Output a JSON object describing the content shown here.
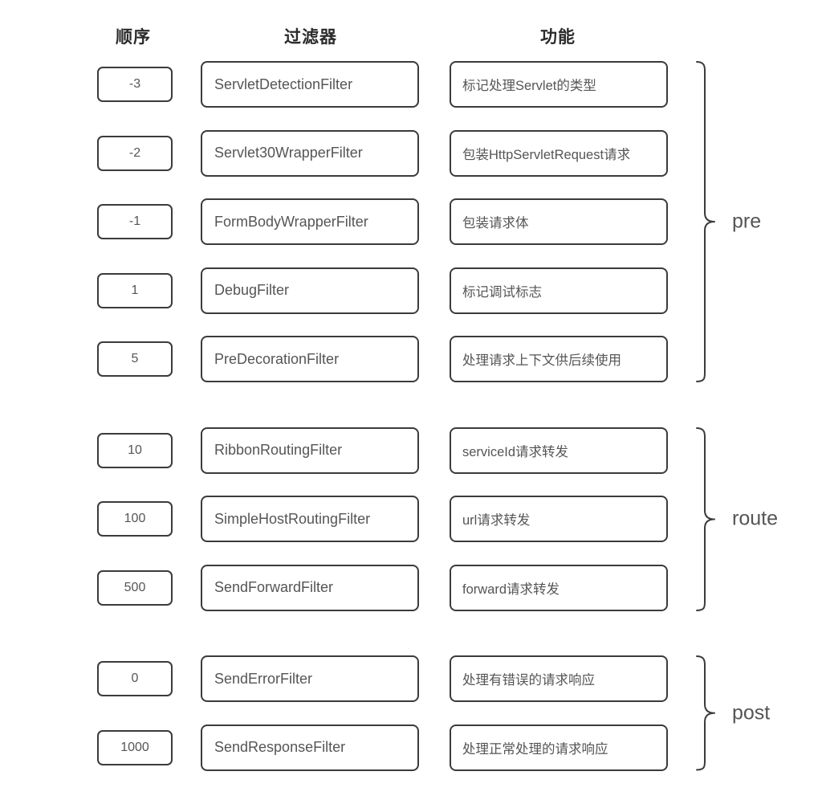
{
  "headers": {
    "order": "顺序",
    "filter": "过滤器",
    "function": "功能"
  },
  "colors": {
    "box_border": "#3b3b3b",
    "text": "#555555",
    "header_text": "#2b2b2b",
    "background": "#ffffff",
    "brace": "#3b3b3b"
  },
  "groups": [
    {
      "label": "pre",
      "rows": [
        {
          "order": "-3",
          "filter": "ServletDetectionFilter",
          "function": "标记处理Servlet的类型"
        },
        {
          "order": "-2",
          "filter": "Servlet30WrapperFilter",
          "function": "包装HttpServletRequest请求"
        },
        {
          "order": "-1",
          "filter": "FormBodyWrapperFilter",
          "function": "包装请求体"
        },
        {
          "order": "1",
          "filter": "DebugFilter",
          "function": "标记调试标志"
        },
        {
          "order": "5",
          "filter": "PreDecorationFilter",
          "function": "处理请求上下文供后续使用"
        }
      ]
    },
    {
      "label": "route",
      "rows": [
        {
          "order": "10",
          "filter": "RibbonRoutingFilter",
          "function": "serviceId请求转发"
        },
        {
          "order": "100",
          "filter": "SimpleHostRoutingFilter",
          "function": "url请求转发"
        },
        {
          "order": "500",
          "filter": "SendForwardFilter",
          "function": "forward请求转发"
        }
      ]
    },
    {
      "label": "post",
      "rows": [
        {
          "order": "0",
          "filter": "SendErrorFilter",
          "function": "处理有错误的请求响应"
        },
        {
          "order": "1000",
          "filter": "SendResponseFilter",
          "function": "处理正常处理的请求响应"
        }
      ]
    }
  ]
}
